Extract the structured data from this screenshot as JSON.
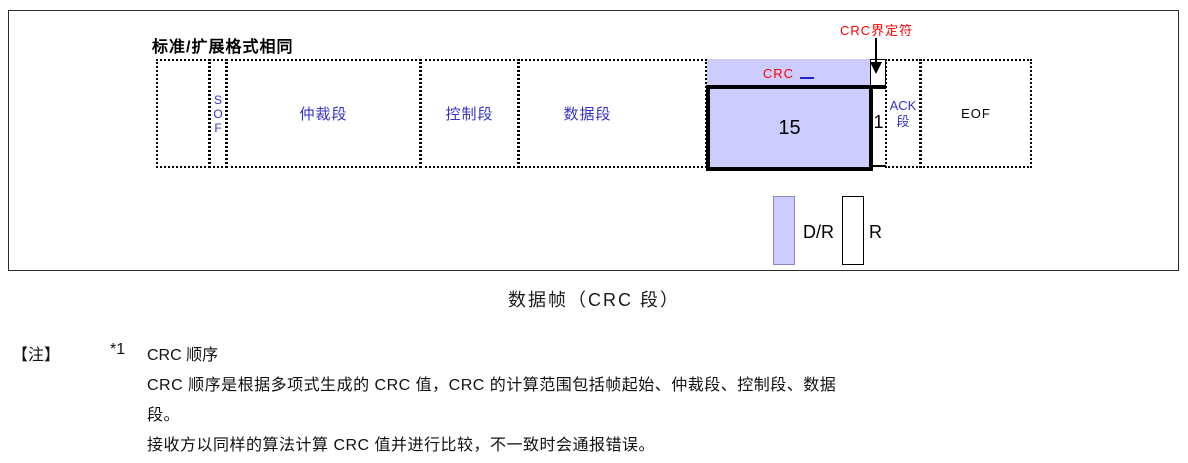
{
  "figure": {
    "title": "标准/扩展格式相同",
    "caption": "数据帧（CRC 段）",
    "segments": {
      "sof_letters": [
        "S",
        "O",
        "F"
      ],
      "arbitration": "仲裁段",
      "control": "控制段",
      "data": "数据段",
      "ack_line1": "ACK",
      "ack_line2": "段",
      "eof": "EOF"
    },
    "crc": {
      "label": "CRC",
      "bits": "15",
      "delimiter_bits": "1",
      "delimiter_callout": "CRC界定符"
    },
    "legend": [
      {
        "label": "D/R",
        "fill": "#CCCCFF"
      },
      {
        "label": "R",
        "fill": "#FFFFFF"
      }
    ],
    "colors": {
      "highlight_fill": "#CCCCFF",
      "segment_text": "#3333CC",
      "crc_text": "#FF0000",
      "callout_text": "#FF0000",
      "footnote_marker": "#2222CC"
    }
  },
  "note": {
    "prefix": "【注】",
    "ref": "*1",
    "heading": "CRC 顺序",
    "lines": [
      "CRC 顺序是根据多项式生成的 CRC 值，CRC 的计算范围包括帧起始、仲裁段、控制段、数据",
      "段。",
      "接收方以同样的算法计算 CRC 值并进行比较，不一致时会通报错误。"
    ]
  }
}
